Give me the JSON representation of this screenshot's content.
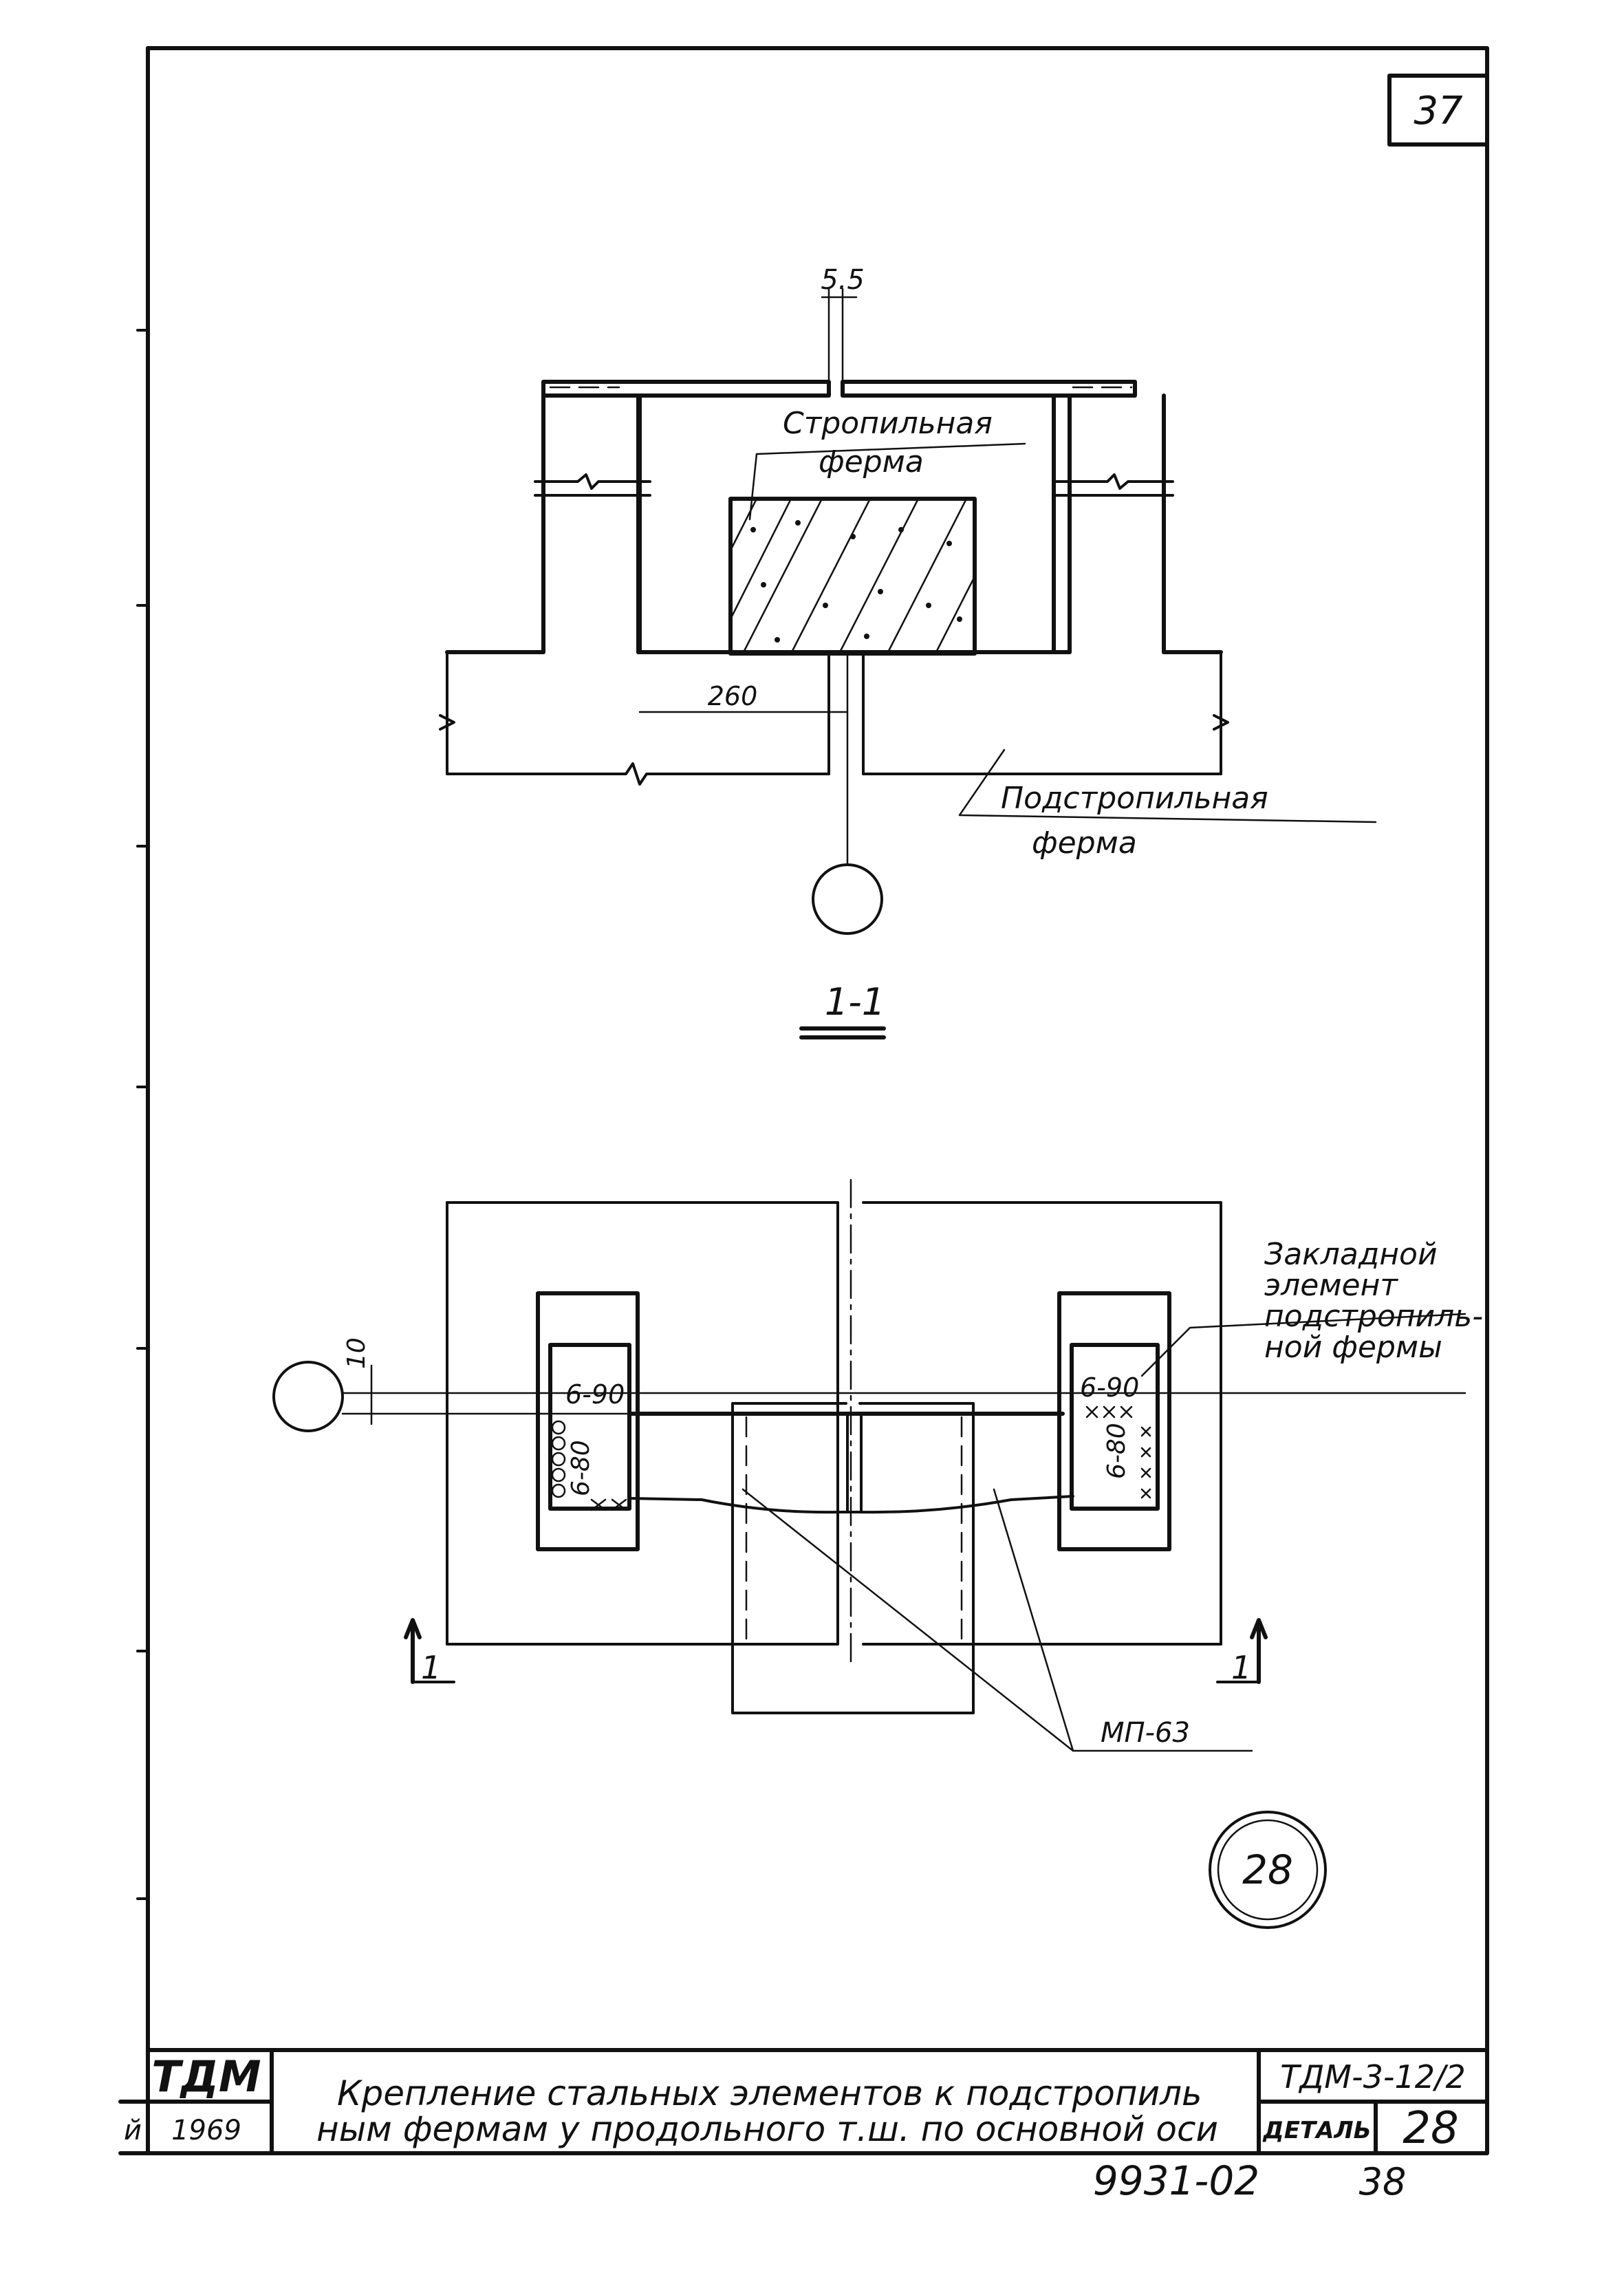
{
  "sheet": {
    "number": "37",
    "stamp_top": "ТДМ",
    "stamp_year": "1969",
    "stamp_left_partial": "й",
    "title_line1": "Крепление стальных элементов к подстропиль",
    "title_line2": "ным фермам у продольного т.ш. по основной оси",
    "doc_code": "ТДМ-3-12/2",
    "detail_label": "ДЕТАЛЬ",
    "detail_number": "28",
    "inventory_number": "9931-02",
    "sheet_count": "38",
    "detail_circle_number": "28"
  },
  "section": {
    "gap_dim": "5.5",
    "rafter_label_line1": "Стропильная",
    "rafter_label_line2": "ферма",
    "width_dim": "260",
    "subtruss_label_line1": "Подстропильная",
    "subtruss_label_line2": "ферма",
    "section_name": "1-1"
  },
  "plan": {
    "embed_label_line1": "Закладной",
    "embed_label_line2": "элемент",
    "embed_label_line3": "подстропиль-",
    "embed_label_line4": "ной фермы",
    "offset_dim": "10",
    "weld_left_top": "6-90",
    "weld_left_side": "6-80",
    "weld_right_top": "6-90",
    "weld_right_side": "6-80",
    "part_mark": "МП-63",
    "cut_left": "1",
    "cut_right": "1"
  }
}
